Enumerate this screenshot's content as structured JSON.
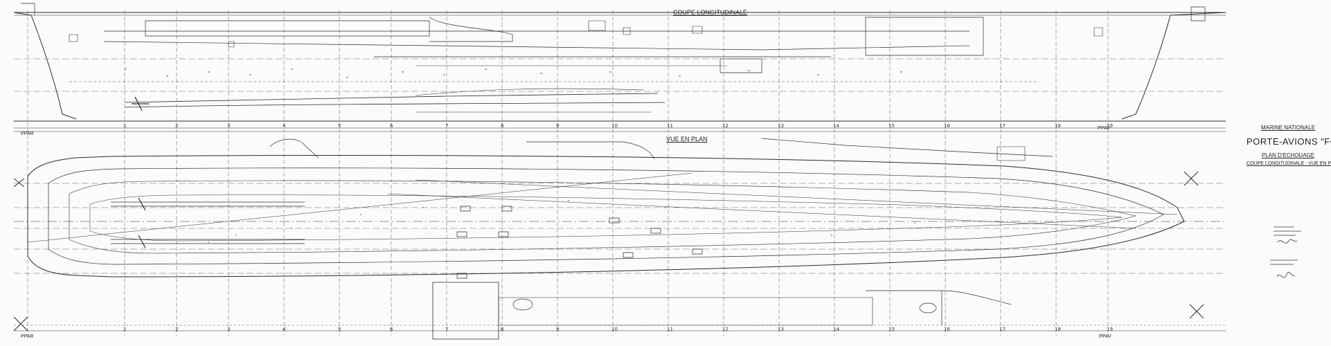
{
  "drawing": {
    "section_label": "COUPE LONGITUDINALE",
    "plan_label": "VUE EN PLAN",
    "perp_aft": "PPAR",
    "perp_fwd": "PPAV",
    "frames_profile": [
      "1",
      "2",
      "3",
      "4",
      "5",
      "6",
      "7",
      "8",
      "9",
      "10",
      "11",
      "12",
      "13",
      "14",
      "15",
      "16",
      "17",
      "18",
      "19"
    ],
    "frames_plan": [
      "1",
      "2",
      "3",
      "4",
      "5",
      "6",
      "7",
      "8",
      "9",
      "10",
      "11",
      "12",
      "13",
      "14",
      "15",
      "16",
      "17",
      "18",
      "19"
    ]
  },
  "title_block": {
    "line1": "MARINE NATIONALE",
    "line2": "PORTE-AVIONS \"FOCH\"",
    "line3": "PLAN D'ECHOUAGE",
    "line4": "COUPE LONGITUDINALE - VUE EN PLAN"
  },
  "colors": {
    "ink": "#2a2a2a",
    "paper": "#fbfbf9"
  }
}
